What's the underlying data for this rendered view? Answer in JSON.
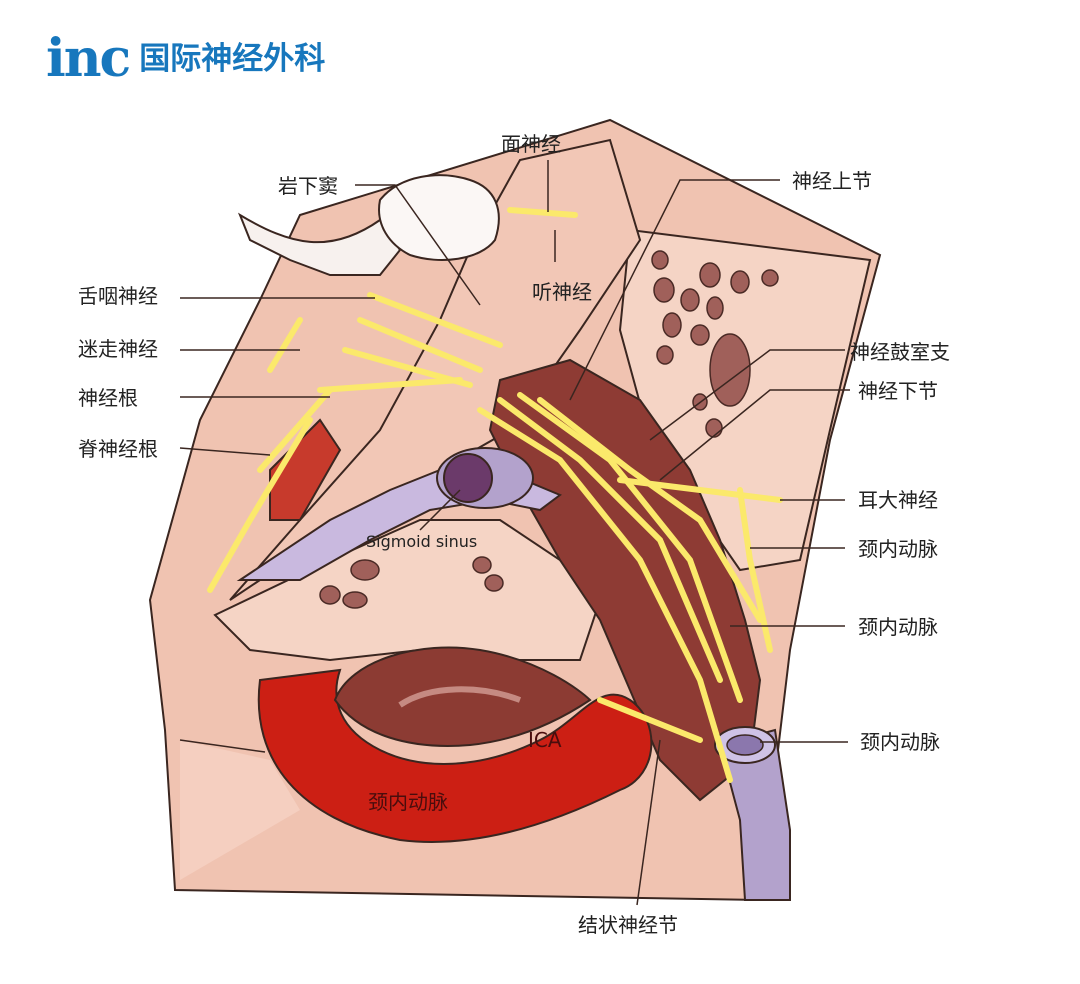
{
  "brand": {
    "logo_text": "inc",
    "name": "国际神经外科"
  },
  "labels": {
    "facial_nerve": "面神经",
    "inferior_petrosal_sinus": "岩下窦",
    "vestibulocochlear_nerve": "听神经",
    "glossopharyngeal_nerve": "舌咽神经",
    "vagus_nerve": "迷走神经",
    "nerve_roots": "神经根",
    "spinal_nerve_roots": "脊神经根",
    "superior_ganglion": "神经上节",
    "tympanic_branch": "神经鼓室支",
    "inferior_ganglion": "神经下节",
    "great_auricular_nerve": "耳大神经",
    "ica_label_1": "颈内动脉",
    "ica_label_2": "颈内动脉",
    "ica_label_3": "颈内动脉",
    "sigmoid_sinus": "Sigmoid sinus",
    "ica_on_vessel": "ICA",
    "ica_on_vessel_cn": "颈内动脉",
    "nodose_ganglion": "结状神经节"
  },
  "colors": {
    "brand_blue": "#1777bd",
    "skin": "#f0c3b1",
    "bone": "#f5d4c5",
    "muscle": "#8e3b34",
    "artery_red": "#cc1f14",
    "nerve_yellow": "#fbe96b",
    "vein_purple": "#b3a2cc"
  }
}
